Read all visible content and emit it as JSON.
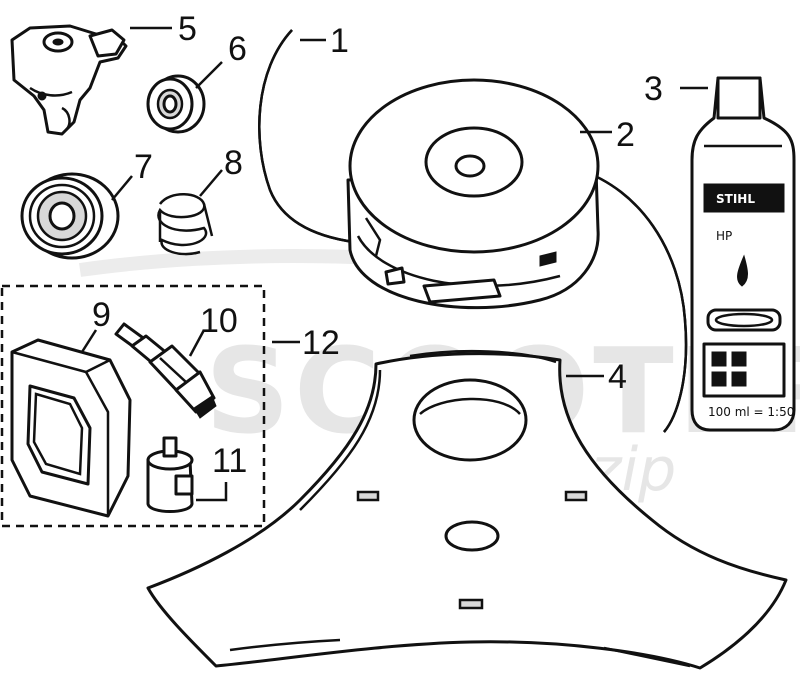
{
  "watermark": {
    "text": "SCOOTER",
    "sub": "zip"
  },
  "oil_bottle": {
    "brand": "STIHL",
    "label": "HP",
    "ratio": "100 ml = 1:50"
  },
  "callouts": [
    {
      "id": "1",
      "label": "1"
    },
    {
      "id": "2",
      "label": "2"
    },
    {
      "id": "3",
      "label": "3"
    },
    {
      "id": "4",
      "label": "4"
    },
    {
      "id": "5",
      "label": "5"
    },
    {
      "id": "6",
      "label": "6"
    },
    {
      "id": "7",
      "label": "7"
    },
    {
      "id": "8",
      "label": "8"
    },
    {
      "id": "9",
      "label": "9"
    },
    {
      "id": "10",
      "label": "10"
    },
    {
      "id": "11",
      "label": "11"
    },
    {
      "id": "12",
      "label": "12"
    }
  ]
}
